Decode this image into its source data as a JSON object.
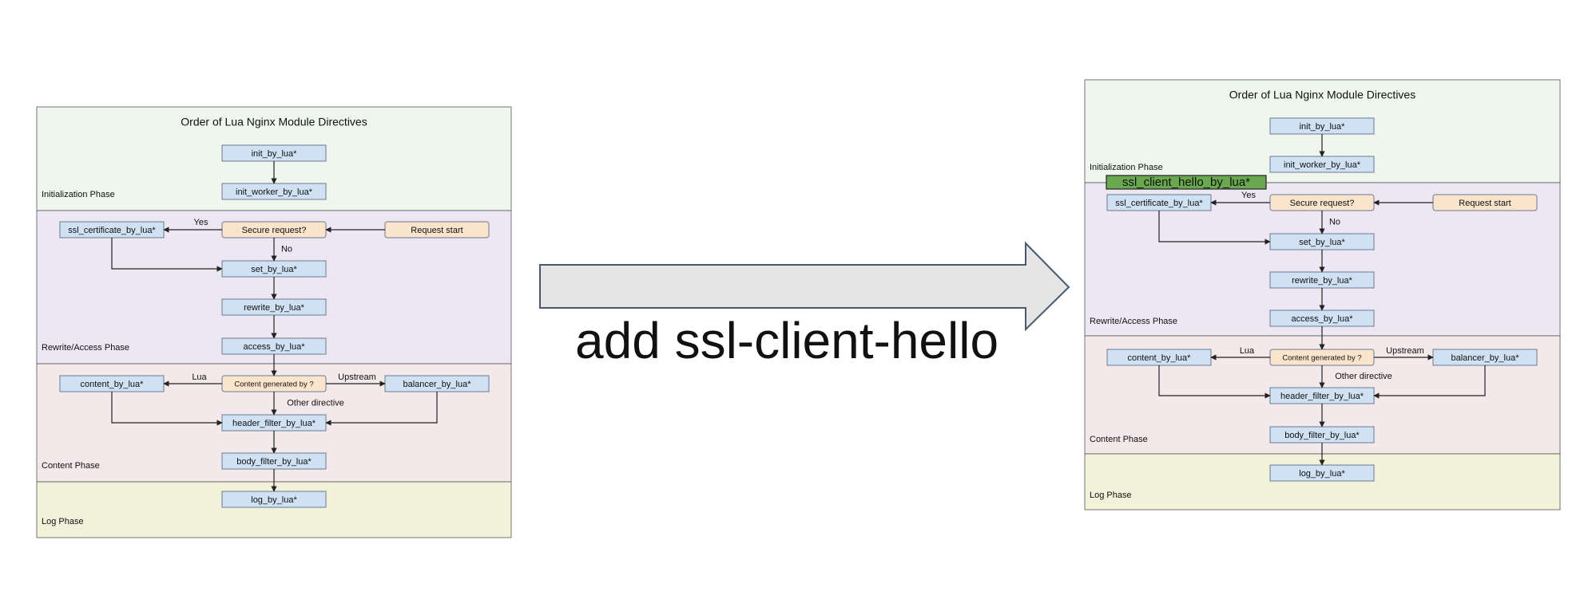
{
  "caption": "add ssl-client-hello",
  "colors": {
    "init_phase": "#eef6ee",
    "rewrite_phase": "#ede6f3",
    "content_phase": "#f3e8ea",
    "log_phase": "#f2f1da",
    "node_fill": "#cfe1f3",
    "decision_fill": "#fbe4cc",
    "highlight_fill": "#6aa84f",
    "arrow_fill": "#e5e5e5",
    "arrow_stroke": "#4a5a6e"
  },
  "diagrams": [
    {
      "id": "before",
      "title": "Order of Lua Nginx Module Directives",
      "phases": [
        "Initialization Phase",
        "Rewrite/Access Phase",
        "Content Phase",
        "Log Phase"
      ],
      "nodes": {
        "init_by_lua": "init_by_lua*",
        "init_worker_by_lua": "init_worker_by_lua*",
        "ssl_certificate_by_lua": "ssl_certificate_by_lua*",
        "secure_request": "Secure request?",
        "request_start": "Request start",
        "set_by_lua": "set_by_lua*",
        "rewrite_by_lua": "rewrite_by_lua*",
        "access_by_lua": "access_by_lua*",
        "content_by_lua": "content_by_lua*",
        "content_generated_by": "Content generated by ?",
        "balancer_by_lua": "balancer_by_lua*",
        "header_filter_by_lua": "header_filter_by_lua*",
        "body_filter_by_lua": "body_filter_by_lua*",
        "log_by_lua": "log_by_lua*"
      },
      "edge_labels": {
        "yes": "Yes",
        "no": "No",
        "lua": "Lua",
        "upstream": "Upstream",
        "other": "Other directive"
      }
    },
    {
      "id": "after",
      "title": "Order of Lua Nginx Module Directives",
      "phases": [
        "Initialization Phase",
        "Rewrite/Access Phase",
        "Content Phase",
        "Log Phase"
      ],
      "highlight": "ssl_client_hello_by_lua*",
      "nodes": {
        "init_by_lua": "init_by_lua*",
        "init_worker_by_lua": "init_worker_by_lua*",
        "ssl_certificate_by_lua": "ssl_certificate_by_lua*",
        "secure_request": "Secure request?",
        "request_start": "Request start",
        "set_by_lua": "set_by_lua*",
        "rewrite_by_lua": "rewrite_by_lua*",
        "access_by_lua": "access_by_lua*",
        "content_by_lua": "content_by_lua*",
        "content_generated_by": "Content generated by ?",
        "balancer_by_lua": "balancer_by_lua*",
        "header_filter_by_lua": "header_filter_by_lua*",
        "body_filter_by_lua": "body_filter_by_lua*",
        "log_by_lua": "log_by_lua*"
      },
      "edge_labels": {
        "yes": "Yes",
        "no": "No",
        "lua": "Lua",
        "upstream": "Upstream",
        "other": "Other directive"
      }
    }
  ]
}
